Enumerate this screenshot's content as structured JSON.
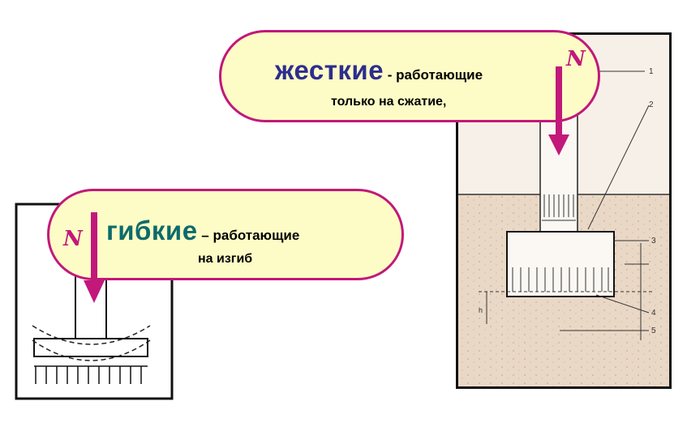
{
  "rigid": {
    "term": "жесткие",
    "description_line1": " - работающие",
    "description_line2": "только на сжатие,",
    "force_label": "N",
    "callouts": [
      "1",
      "2",
      "3",
      "4",
      "5"
    ],
    "dimension_label": "h"
  },
  "flexible": {
    "term": "гибкие",
    "description_line1": " – работающие",
    "description_line2": "на изгиб",
    "force_label": "N"
  },
  "colors": {
    "accent": "#c2187a",
    "rigid_term": "#2d2d8f",
    "flexible_term": "#0e6b6b",
    "bubble_fill": "#fdfcc6",
    "soil": "#e8d6c4"
  }
}
